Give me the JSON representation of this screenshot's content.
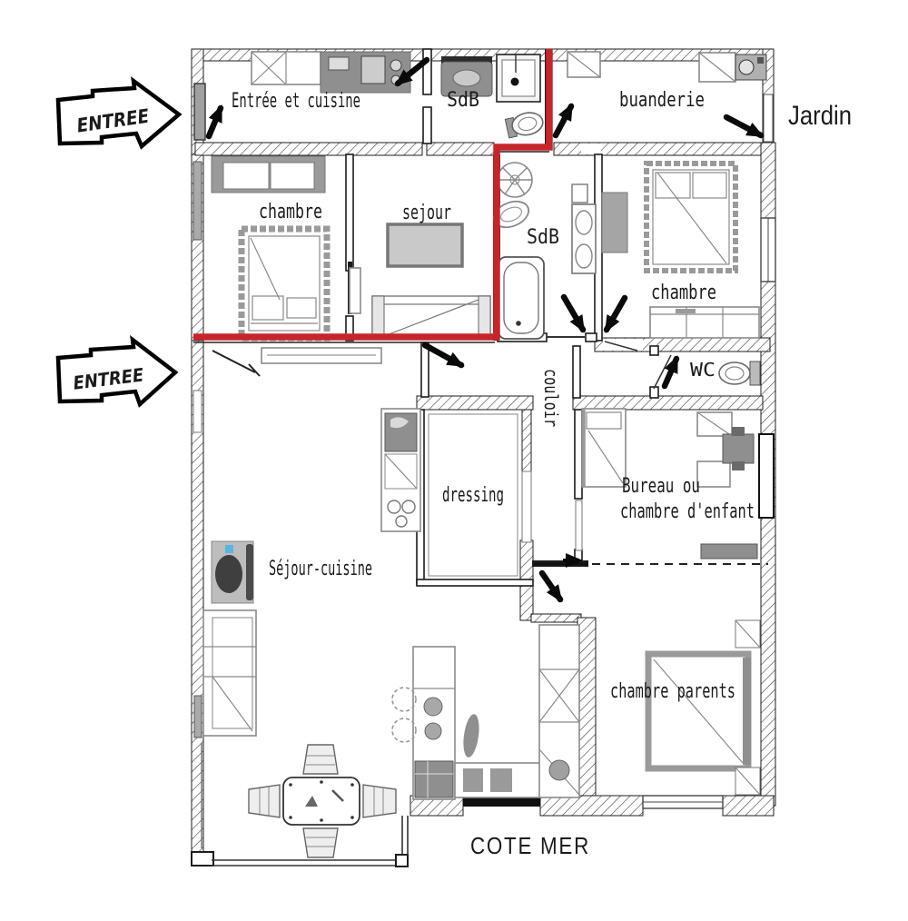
{
  "plan": {
    "rooms": {
      "entree_cuisine": "Entrée et cuisine",
      "sdb_top": "SdB",
      "buanderie": "buanderie",
      "chambre_left": "chambre",
      "sejour": "sejour",
      "sdb_middle": "SdB",
      "chambre_right": "chambre",
      "wc": "WC",
      "couloir": "couloir",
      "dressing": "dressing",
      "bureau_line1": "Bureau ou",
      "bureau_line2": "chambre d'enfant",
      "sejour_cuisine": "Séjour-cuisine",
      "chambre_parents": "chambre parents"
    },
    "annotations": {
      "entree_top": "ENTREE",
      "entree_bottom": "ENTREE",
      "jardin": "Jardin",
      "cote_mer": "COTE MER"
    },
    "colors": {
      "highlight_red": "#c6262b",
      "wall_black": "#1c1c1c",
      "furniture_gray": "#8f8f8f",
      "accent_blue": "#59b6e0"
    }
  }
}
